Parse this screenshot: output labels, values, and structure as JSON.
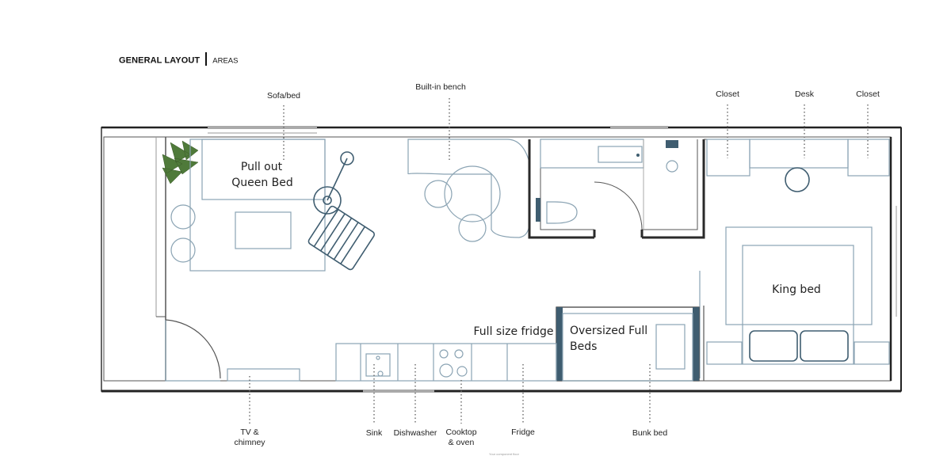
{
  "header": {
    "title": "GENERAL LAYOUT",
    "subtitle": "AREAS"
  },
  "labels_top": {
    "sofa_bed": "Sofa/bed",
    "built_in_bench": "Built-in bench",
    "closet_left": "Closet",
    "desk": "Desk",
    "closet_right": "Closet"
  },
  "labels_bottom": {
    "tv_line1": "TV &",
    "tv_line2": "chimney",
    "sink": "Sink",
    "dishwasher": "Dishwasher",
    "cooktop_line1": "Cooktop",
    "cooktop_line2": "& oven",
    "fridge": "Fridge",
    "bunk_bed": "Bunk bed"
  },
  "annotations": {
    "pull_out_line1": "Pull out",
    "pull_out_line2": "Queen Bed",
    "king_bed": "King bed",
    "full_size_fridge": "Full size fridge",
    "oversized_line1": "Oversized Full",
    "oversized_line2": "Beds"
  },
  "footnote": "Your component floor",
  "colors": {
    "furniture": "#8aa3b3",
    "wall": "#2a2a2a",
    "plant": "#4f7a3a"
  }
}
